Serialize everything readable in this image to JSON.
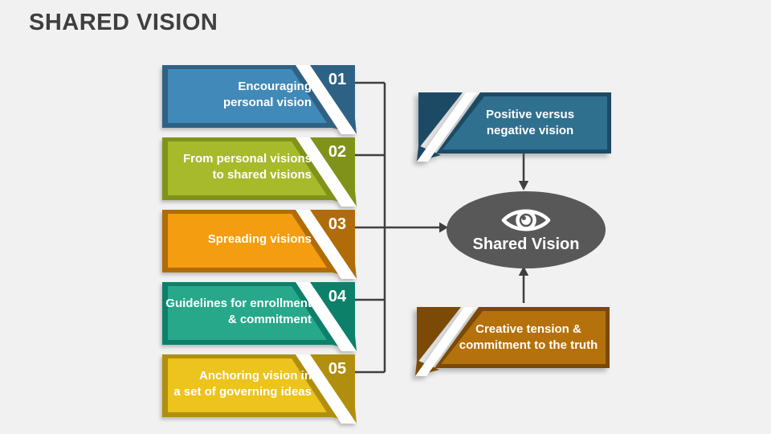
{
  "slide": {
    "title": "SHARED VISION",
    "title_color": "#3f3f3f",
    "background_color": "#f1f1f2"
  },
  "steps": [
    {
      "number": "01",
      "label": "Encouraging\npersonal vision",
      "color_main": "#4189b8",
      "color_dark": "#2e6285"
    },
    {
      "number": "02",
      "label": "From personal visions\nto shared visions",
      "color_main": "#a7ba2b",
      "color_dark": "#81921a"
    },
    {
      "number": "03",
      "label": "Spreading visions",
      "color_main": "#f49d10",
      "color_dark": "#b06c08"
    },
    {
      "number": "04",
      "label": "Guidelines for enrollment\n& commitment",
      "color_main": "#28a88b",
      "color_dark": "#0d8069"
    },
    {
      "number": "05",
      "label": "Anchoring vision in\na set of governing ideas",
      "color_main": "#edc31d",
      "color_dark": "#b18f0e"
    }
  ],
  "notes": [
    {
      "label": "Positive versus\nnegative vision",
      "color_main": "#30708f",
      "color_dark": "#1c4a64"
    },
    {
      "label": "Creative tension &\ncommitment to the truth",
      "color_main": "#b4710c",
      "color_dark": "#7a4a06"
    }
  ],
  "center": {
    "label": "Shared Vision",
    "icon": "eye-icon",
    "color": "#585858",
    "text_color": "#ffffff"
  },
  "connectors": {
    "color": "#3f3f3f"
  }
}
